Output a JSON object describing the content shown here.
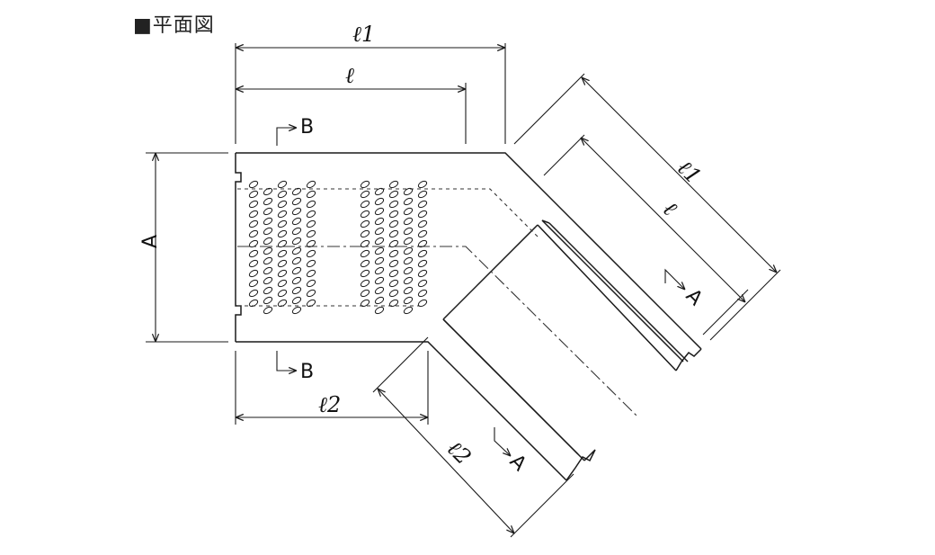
{
  "title": "■平面図",
  "labels": {
    "l1_top": "ℓ1",
    "l_top": "ℓ",
    "l1_diag": "ℓ1",
    "l_diag": "ℓ",
    "l2_bottom": "ℓ2",
    "l2_diag": "ℓ2",
    "dim_A": "A",
    "section_B_top": "B",
    "section_B_bottom": "B",
    "section_A_upper": "A",
    "section_A_lower": "A"
  }
}
